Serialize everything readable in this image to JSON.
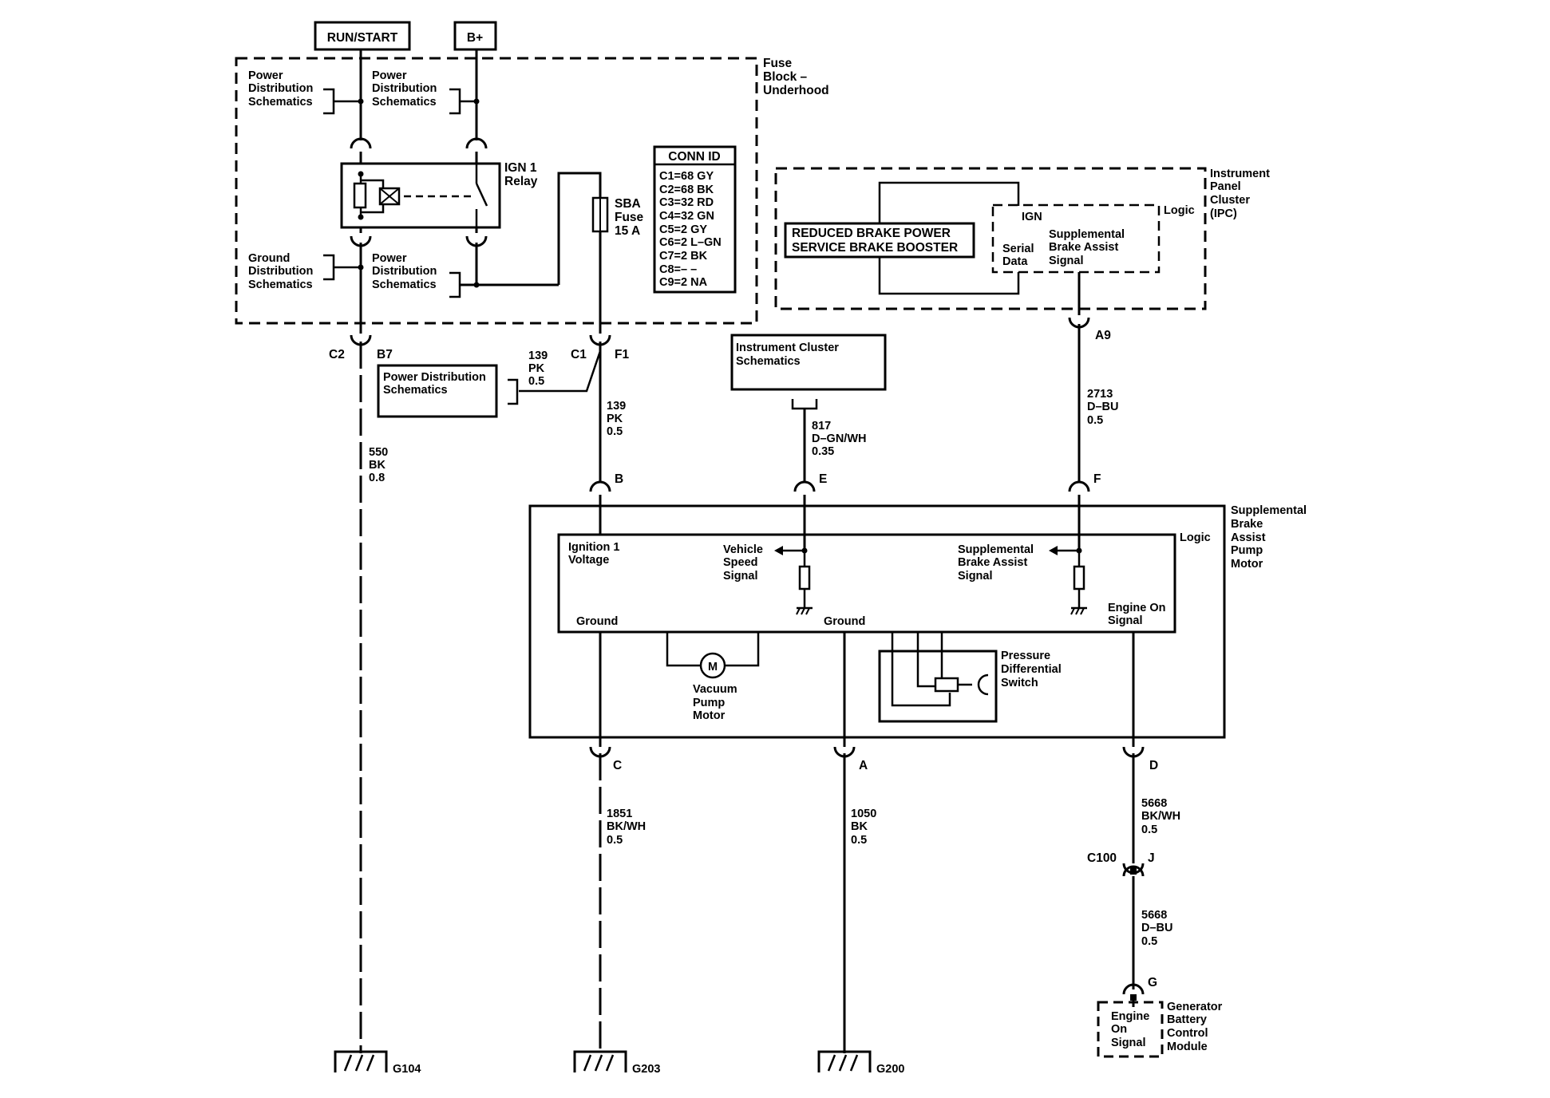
{
  "inputs": {
    "run_start": "RUN/START",
    "b_plus": "B+"
  },
  "fuse_block": {
    "label": [
      "Fuse",
      "Block –",
      "Underhood"
    ],
    "pds_top_left": [
      "Power",
      "Distribution",
      "Schematics"
    ],
    "pds_top_right": [
      "Power",
      "Distribution",
      "Schematics"
    ],
    "gds_bottom_left": [
      "Ground",
      "Distribution",
      "Schematics"
    ],
    "pds_bottom_right": [
      "Power",
      "Distribution",
      "Schematics"
    ],
    "relay_label": [
      "IGN 1",
      "Relay"
    ],
    "fuse_label": [
      "SBA",
      "Fuse",
      "15 A"
    ]
  },
  "conn_id": {
    "title": "CONN ID",
    "rows": [
      "C1=68 GY",
      "C2=68 BK",
      "C3=32 RD",
      "C4=32 GN",
      "C5=2 GY",
      "C6=2 L–GN",
      "C7=2 BK",
      "C8=– –",
      "C9=2 NA"
    ]
  },
  "ipc": {
    "label": [
      "Instrument",
      "Panel",
      "Cluster",
      "(IPC)"
    ],
    "logic": "Logic",
    "ign": "IGN",
    "serial_data": [
      "Serial",
      "Data"
    ],
    "sba_signal": [
      "Supplemental",
      "Brake Assist",
      "Signal"
    ],
    "reduced_brake": [
      "REDUCED BRAKE POWER",
      "SERVICE BRAKE BOOSTER"
    ]
  },
  "instrument_cluster_schematics": [
    "Instrument Cluster",
    "Schematics"
  ],
  "power_distribution_schematics": [
    "Power Distribution",
    "Schematics"
  ],
  "connectors": {
    "c2": "C2",
    "b7": "B7",
    "c1": "C1",
    "f1": "F1",
    "a9": "A9",
    "b": "B",
    "e": "E",
    "f": "F",
    "c": "C",
    "a": "A",
    "d": "D",
    "c100": "C100",
    "j": "J",
    "g": "G"
  },
  "wires": {
    "w550": [
      "550",
      "BK",
      "0.8"
    ],
    "w139_branch": [
      "139",
      "PK",
      "0.5"
    ],
    "w139": [
      "139",
      "PK",
      "0.5"
    ],
    "w817": [
      "817",
      "D–GN/WH",
      "0.35"
    ],
    "w2713": [
      "2713",
      "D–BU",
      "0.5"
    ],
    "w1851": [
      "1851",
      "BK/WH",
      "0.5"
    ],
    "w1050": [
      "1050",
      "BK",
      "0.5"
    ],
    "w5668a": [
      "5668",
      "BK/WH",
      "0.5"
    ],
    "w5668b": [
      "5668",
      "D–BU",
      "0.5"
    ]
  },
  "sba_module": {
    "label": [
      "Supplemental",
      "Brake",
      "Assist",
      "Pump",
      "Motor"
    ],
    "logic": "Logic",
    "ign1_voltage": [
      "Ignition 1",
      "Voltage"
    ],
    "vehicle_speed": [
      "Vehicle",
      "Speed",
      "Signal"
    ],
    "sba_signal": [
      "Supplemental",
      "Brake Assist",
      "Signal"
    ],
    "ground_left": "Ground",
    "ground_mid": "Ground",
    "engine_on": [
      "Engine On",
      "Signal"
    ],
    "motor_symbol": "M",
    "vacuum_pump": [
      "Vacuum",
      "Pump",
      "Motor"
    ],
    "pressure_switch": [
      "Pressure",
      "Differential",
      "Switch"
    ]
  },
  "grounds": {
    "g104": "G104",
    "g203": "G203",
    "g200": "G200"
  },
  "generator_module": {
    "label": [
      "Generator",
      "Battery",
      "Control",
      "Module"
    ],
    "engine_on": [
      "Engine",
      "On",
      "Signal"
    ]
  }
}
